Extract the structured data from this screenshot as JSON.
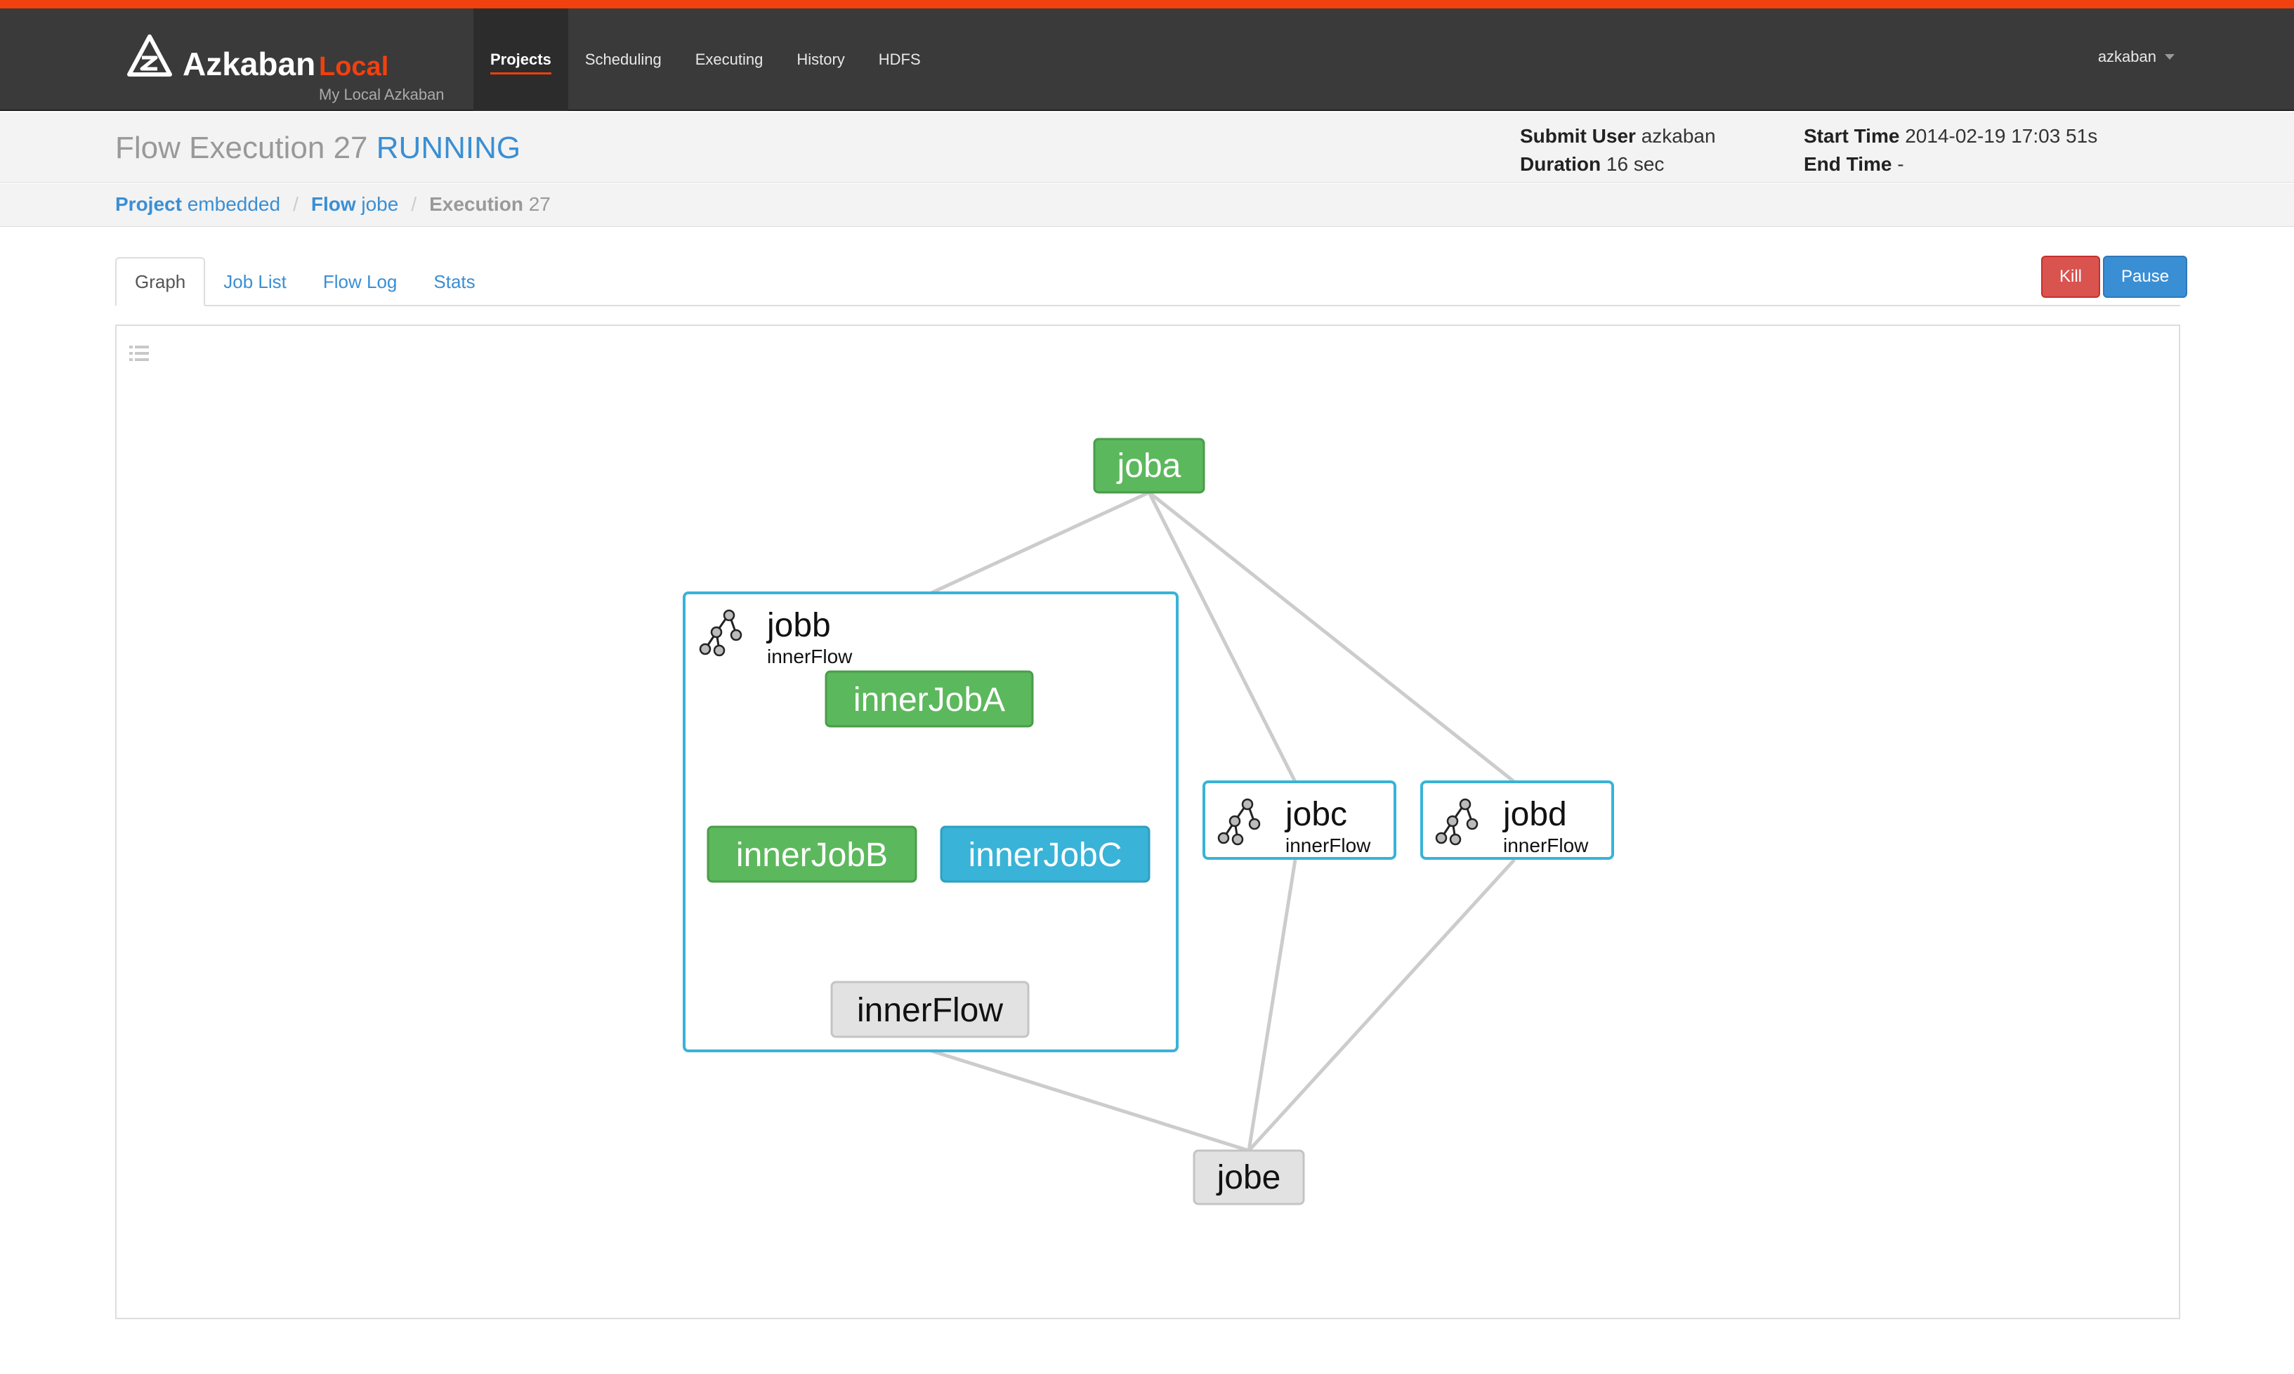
{
  "app": {
    "brand_name": "Azkaban",
    "brand_env": "Local",
    "brand_sub": "My Local Azkaban"
  },
  "nav": {
    "items": [
      {
        "label": "Projects",
        "active": true
      },
      {
        "label": "Scheduling",
        "active": false
      },
      {
        "label": "Executing",
        "active": false
      },
      {
        "label": "History",
        "active": false
      },
      {
        "label": "HDFS",
        "active": false
      }
    ],
    "user": "azkaban"
  },
  "header": {
    "title": "Flow Execution 27",
    "status": "RUNNING",
    "submit_user_label": "Submit User",
    "submit_user": "azkaban",
    "duration_label": "Duration",
    "duration": "16 sec",
    "start_time_label": "Start Time",
    "start_time": "2014-02-19 17:03 51s",
    "end_time_label": "End Time",
    "end_time": "-"
  },
  "breadcrumb": {
    "project_label": "Project",
    "project": "embedded",
    "flow_label": "Flow",
    "flow": "jobe",
    "execution_label": "Execution",
    "execution": "27"
  },
  "tabs": [
    "Graph",
    "Job List",
    "Flow Log",
    "Stats"
  ],
  "actions": {
    "kill": "Kill",
    "pause": "Pause"
  },
  "colors": {
    "accent": "#f2400f",
    "link": "#3a8fd4",
    "succeeded": "#5cb85c",
    "running": "#39b3d7",
    "ready": "#e2e2e2",
    "danger": "#d9534f"
  },
  "graph": {
    "nodes": [
      {
        "id": "joba",
        "label": "joba",
        "status": "succeeded"
      },
      {
        "id": "jobb",
        "label": "jobb",
        "sub": "innerFlow",
        "type": "flow"
      },
      {
        "id": "innerJobA",
        "label": "innerJobA",
        "status": "succeeded"
      },
      {
        "id": "innerJobB",
        "label": "innerJobB",
        "status": "succeeded"
      },
      {
        "id": "innerJobC",
        "label": "innerJobC",
        "status": "running"
      },
      {
        "id": "innerFlow",
        "label": "innerFlow",
        "status": "ready"
      },
      {
        "id": "jobc",
        "label": "jobc",
        "sub": "innerFlow",
        "type": "flow"
      },
      {
        "id": "jobd",
        "label": "jobd",
        "sub": "innerFlow",
        "type": "flow"
      },
      {
        "id": "jobe",
        "label": "jobe",
        "status": "ready"
      }
    ]
  }
}
